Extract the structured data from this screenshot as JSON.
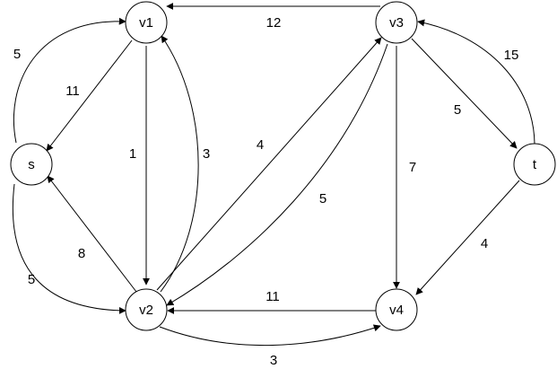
{
  "graph": {
    "nodes": [
      {
        "id": "v1",
        "label": "v1"
      },
      {
        "id": "v3",
        "label": "v3"
      },
      {
        "id": "s",
        "label": "s"
      },
      {
        "id": "t",
        "label": "t"
      },
      {
        "id": "v2",
        "label": "v2"
      },
      {
        "id": "v4",
        "label": "v4"
      }
    ],
    "edges": [
      {
        "from": "v3",
        "to": "v1",
        "weight": "12"
      },
      {
        "from": "s",
        "to": "v1",
        "weight": "5"
      },
      {
        "from": "v1",
        "to": "s",
        "weight": "11"
      },
      {
        "from": "v1",
        "to": "v2",
        "weight": "1"
      },
      {
        "from": "v2",
        "to": "v1",
        "weight": "3"
      },
      {
        "from": "v2",
        "to": "v3",
        "weight": "4"
      },
      {
        "from": "v3",
        "to": "v2",
        "weight": "5"
      },
      {
        "from": "v3",
        "to": "t",
        "weight": "5"
      },
      {
        "from": "t",
        "to": "v3",
        "weight": "15"
      },
      {
        "from": "v3",
        "to": "v4",
        "weight": "7"
      },
      {
        "from": "t",
        "to": "v4",
        "weight": "4"
      },
      {
        "from": "v2",
        "to": "s",
        "weight": "8"
      },
      {
        "from": "s",
        "to": "v2",
        "weight": "5"
      },
      {
        "from": "v4",
        "to": "v2",
        "weight": "11"
      },
      {
        "from": "v2",
        "to": "v4",
        "weight": "3"
      }
    ]
  }
}
